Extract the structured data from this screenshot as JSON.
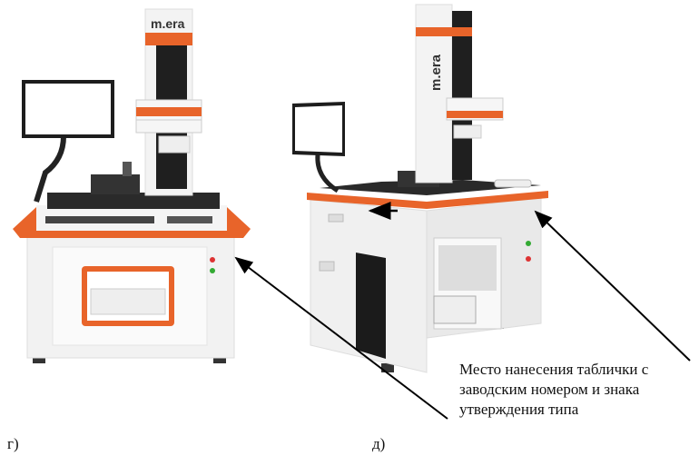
{
  "figure": {
    "label_g": "г)",
    "label_d": "д)",
    "annotation": "Место нанесения таблички с заводским номером и знака утверждения типа",
    "brand_logo": "m.era"
  },
  "colors": {
    "accent_orange": "#e8642a",
    "machine_white": "#f1f1f1",
    "dark": "#222222"
  }
}
